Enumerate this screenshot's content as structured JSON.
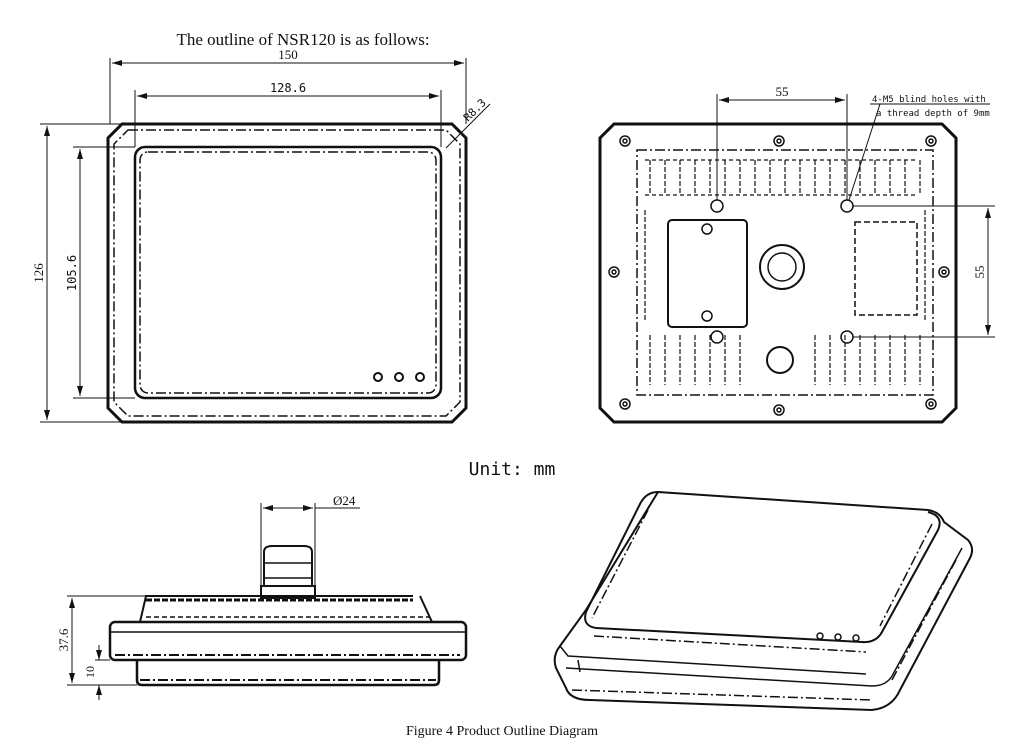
{
  "title": "The outline of NSR120 is as follows:",
  "front_view": {
    "dims": {
      "width_outer": "150",
      "width_inner": "128.6",
      "height_outer": "126",
      "height_inner": "105.6",
      "radius": "R8.3"
    }
  },
  "rear_view": {
    "dims": {
      "hole_spacing_h": "55",
      "hole_spacing_v": "55"
    },
    "note_line1": "4-M5 blind holes with",
    "note_line2": "a thread depth of 9mm"
  },
  "unit": "Unit: mm",
  "side_view": {
    "dims": {
      "diameter": "Ø24",
      "height_total": "37.6",
      "height_base": "10"
    }
  },
  "caption": "Figure 4  Product Outline Diagram"
}
